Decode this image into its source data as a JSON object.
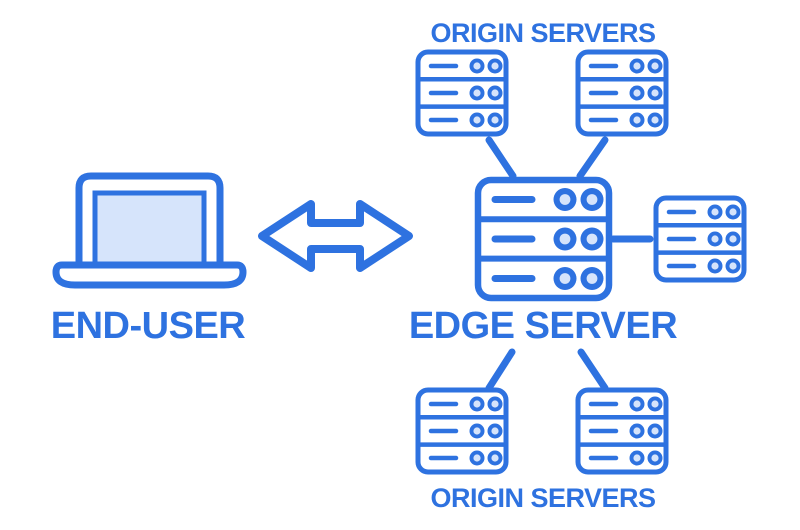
{
  "diagram": {
    "title_top": "ORIGIN SERVERS",
    "title_bottom": "ORIGIN SERVERS",
    "label_end_user": "END-USER",
    "label_edge_server": "EDGE SERVER",
    "colors": {
      "accent_blue": "#2E72E0",
      "light_blue": "#D6E4FB",
      "background": "#ffffff"
    },
    "nodes": {
      "end_user": {
        "icon": "laptop-icon",
        "label": "END-USER"
      },
      "edge_server": {
        "icon": "server-rack-icon",
        "label": "EDGE SERVER",
        "rows": 3,
        "lights_per_row": 2
      },
      "origin_top_left": {
        "icon": "server-rack-icon",
        "rows": 3,
        "lights_per_row": 2
      },
      "origin_top_right": {
        "icon": "server-rack-icon",
        "rows": 3,
        "lights_per_row": 2
      },
      "origin_right": {
        "icon": "server-rack-icon",
        "rows": 3,
        "lights_per_row": 2
      },
      "origin_bottom_left": {
        "icon": "server-rack-icon",
        "rows": 3,
        "lights_per_row": 2
      },
      "origin_bottom_right": {
        "icon": "server-rack-icon",
        "rows": 3,
        "lights_per_row": 2
      }
    },
    "connections": {
      "end_user_to_edge": "bidirectional-arrow",
      "edge_to_origins": "line"
    }
  }
}
